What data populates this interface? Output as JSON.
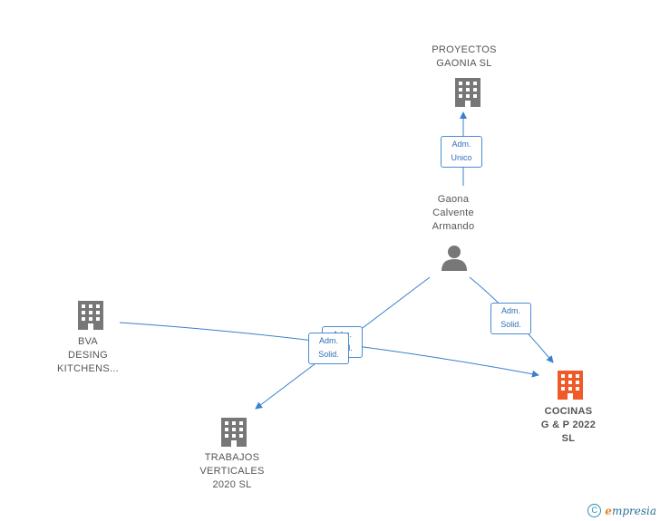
{
  "nodes": {
    "proyectos": {
      "lines": [
        "PROYECTOS",
        "GAONIA  SL"
      ],
      "icon": "building-icon",
      "color": "#777777"
    },
    "gaona": {
      "lines": [
        "Gaona",
        "Calvente",
        "Armando"
      ],
      "icon": "person-icon",
      "color": "#777777"
    },
    "bva": {
      "lines": [
        "BVA",
        "DESING",
        "KITCHENS..."
      ],
      "icon": "building-icon",
      "color": "#777777"
    },
    "cocinas": {
      "lines": [
        "COCINAS",
        "G & P 2022",
        "SL"
      ],
      "icon": "building-icon",
      "color": "#f05a28"
    },
    "trabajos": {
      "lines": [
        "TRABAJOS",
        "VERTICALES",
        "2020 SL"
      ],
      "icon": "building-icon",
      "color": "#777777"
    }
  },
  "edges": {
    "adm_unico": {
      "lines": [
        "Adm.",
        "Unico"
      ]
    },
    "adm_solid_cocinas": {
      "lines": [
        "Adm.",
        "Solid."
      ]
    },
    "adm_solid_back": {
      "lines": [
        "Adm.",
        "Solid."
      ]
    },
    "adm_solid_front": {
      "lines": [
        "Adm.",
        "Solid."
      ]
    }
  },
  "colors": {
    "edge": "#3a7fd0",
    "label_border": "#4a8ad4",
    "label_text": "#2f6fb8"
  },
  "brand": {
    "copyright_symbol": "C",
    "name_initial": "e",
    "name_rest": "mpresia"
  }
}
